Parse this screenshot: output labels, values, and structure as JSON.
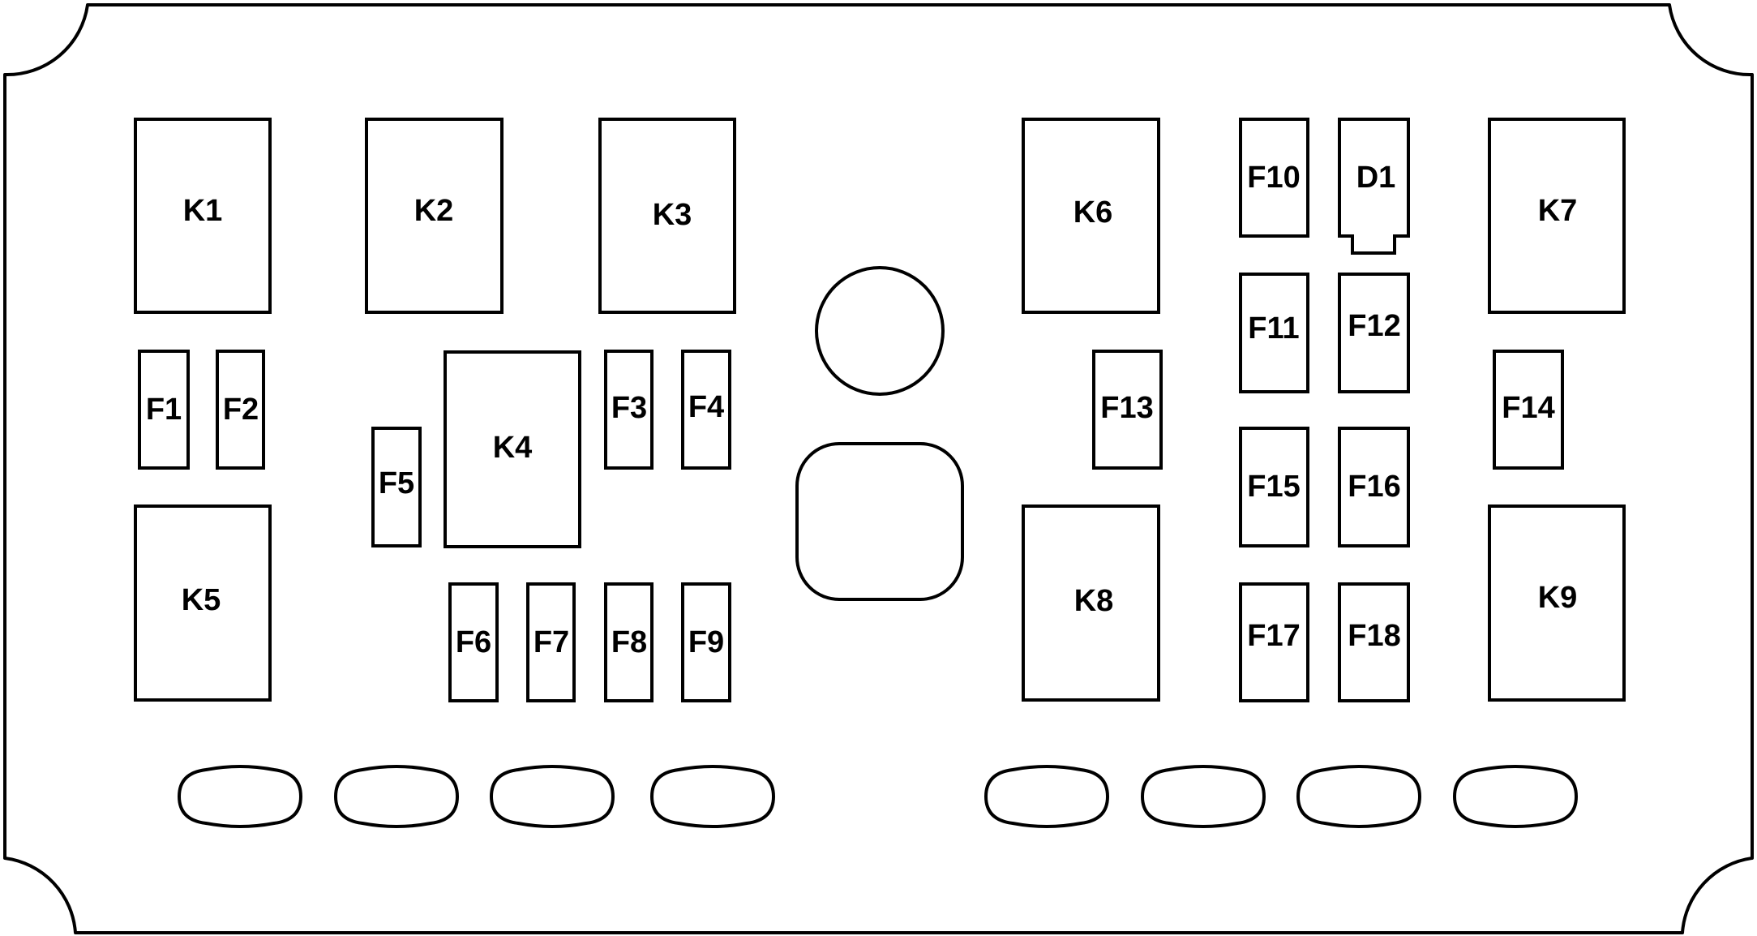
{
  "relays": [
    "K1",
    "K2",
    "K3",
    "K4",
    "K5",
    "K6",
    "K7",
    "K8",
    "K9"
  ],
  "fuses": [
    "F1",
    "F2",
    "F3",
    "F4",
    "F5",
    "F6",
    "F7",
    "F8",
    "F9",
    "F10",
    "F11",
    "F12",
    "F13",
    "F14",
    "F15",
    "F16",
    "F17",
    "F18"
  ],
  "diode": "D1",
  "colors": {
    "stroke": "#000000",
    "fill": "#ffffff"
  }
}
